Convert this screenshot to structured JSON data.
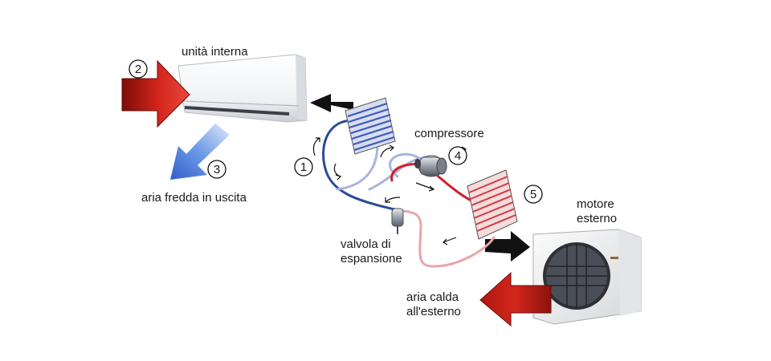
{
  "labels": {
    "indoor_unit": "unità interna",
    "compressor": "compressore",
    "cold_air": "aria fredda in uscita",
    "valve_line1": "valvola di",
    "valve_line2": "espansione",
    "outdoor_line1": "motore",
    "outdoor_line2": "esterno",
    "hot_line1": "aria calda",
    "hot_line2": "all'esterno"
  },
  "markers": [
    "1",
    "2",
    "3",
    "4",
    "5"
  ],
  "colors": {
    "hot_arrow": "#c8201a",
    "cold_arrow": "#5a8ee0",
    "hot_pipe": "#d0202a",
    "cold_pipe": "#2a4a9a",
    "warm_pipe": "#e9a5a8",
    "cool_pipe": "#aab4e0"
  }
}
